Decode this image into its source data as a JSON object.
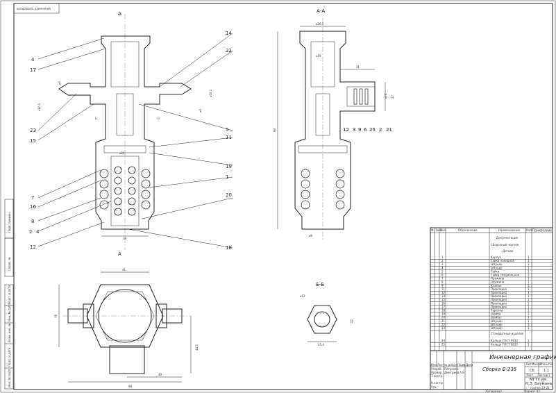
{
  "stamp_top": "копировать изменения",
  "section_aa": "А-А",
  "section_bb": "Б-Б",
  "section_mark_a": "А",
  "section_mark_b": "Б",
  "callouts_main": [
    "4",
    "17",
    "23",
    "15",
    "14",
    "22",
    "5",
    "11",
    "19",
    "1",
    "7",
    "16",
    "8",
    "2",
    "4",
    "12",
    "20",
    "18"
  ],
  "callouts_section": [
    "12",
    "3",
    "9",
    "6",
    "25",
    "2",
    "21"
  ],
  "dims": {
    "d26_5": "⌀26,5",
    "d19": "⌀19",
    "d24": "⌀24",
    "d4": "⌀4",
    "d10_1": "⌀10,1",
    "d4b": "⌀4",
    "d10_1b": "⌀10,1",
    "w39": "39",
    "w41": "41",
    "h76": "76",
    "h44_5": "44,5",
    "w98": "98",
    "w49": "49",
    "h92": "92",
    "w31": "31",
    "h27": "27",
    "d16": "⌀16",
    "d8": "⌀8",
    "d12": "⌀12",
    "w25_4": "25,4",
    "h22": "22"
  },
  "spec_table": {
    "headers": [
      "Ф.",
      "Зона",
      "Поз.",
      "Обозначение",
      "Наименование",
      "Кол.",
      "Примечание"
    ],
    "sections": [
      "Документация",
      "Детали"
    ],
    "doc_item": "Сборочный чертеж",
    "items": [
      {
        "pos": "1",
        "name": "Корпус",
        "qty": "1"
      },
      {
        "pos": "2",
        "name": "Гайка накидная",
        "qty": "1"
      },
      {
        "pos": "3",
        "name": "Штуцер",
        "qty": "1"
      },
      {
        "pos": "4",
        "name": "Штуцер",
        "qty": "1"
      },
      {
        "pos": "5",
        "name": "Гайка",
        "qty": "1"
      },
      {
        "pos": "6",
        "name": "Гайка специальная",
        "qty": "1"
      },
      {
        "pos": "7",
        "name": "Пружина",
        "qty": "1"
      },
      {
        "pos": "8",
        "name": "Пружина",
        "qty": "1"
      },
      {
        "pos": "9",
        "name": "Клапан",
        "qty": "1"
      },
      {
        "pos": "11",
        "name": "Прокладка",
        "qty": "1"
      },
      {
        "pos": "12",
        "name": "Прокладка",
        "qty": "1"
      },
      {
        "pos": "14",
        "name": "Прокладка",
        "qty": "1"
      },
      {
        "pos": "15",
        "name": "Прокладка",
        "qty": "1"
      },
      {
        "pos": "16",
        "name": "Прокладка",
        "qty": "1"
      },
      {
        "pos": "17",
        "name": "Прокладка",
        "qty": "1"
      },
      {
        "pos": "18",
        "name": "Тарелка",
        "qty": "1"
      },
      {
        "pos": "19",
        "name": "Шайба",
        "qty": "1"
      },
      {
        "pos": "20",
        "name": "Шайба",
        "qty": "1"
      },
      {
        "pos": "21",
        "name": "Штуцер",
        "qty": "1"
      },
      {
        "pos": "22",
        "name": "Штуцер",
        "qty": "1"
      },
      {
        "pos": "23",
        "name": "Штуцер",
        "qty": "1"
      }
    ],
    "section_std": "Стандартные изделия",
    "std_items": [
      {
        "pos": "24",
        "name": "Кольцо ГОСТ 9833",
        "qty": "1"
      },
      {
        "pos": "25",
        "name": "Кольцо ГОСТ 9833",
        "qty": "1"
      }
    ]
  },
  "title_block": {
    "discipline": "Инженерная графика",
    "drawing_name": "Сборка Б-235",
    "lit_label": "Лит.",
    "mass_label": "Масса",
    "scale_label": "Масштаб",
    "mass": "СБ",
    "scale": "1:1",
    "sheet_label": "Лист",
    "sheets_label": "Листов",
    "sheets": "1",
    "org": "МГТУ им. Н.Э. Баумана",
    "group": "группа 2Э-21",
    "row_labels": [
      "Изм.",
      "Лист",
      "№ докум.",
      "Подп.",
      "Дата",
      "Разраб.",
      "Провер.",
      "Т.контр.",
      "Н.контр.",
      "Утв."
    ],
    "developer": "Петренко",
    "checker": "Дмитриев А.В.",
    "copy_label": "Копировал",
    "format_label": "Формат А3"
  },
  "side_columns": [
    "Перв. примен.",
    "Справ. №",
    "Подп. и дата",
    "Инв. № дубл.",
    "Взам. инв. №",
    "Подп. и дата",
    "Инв. № подл."
  ]
}
